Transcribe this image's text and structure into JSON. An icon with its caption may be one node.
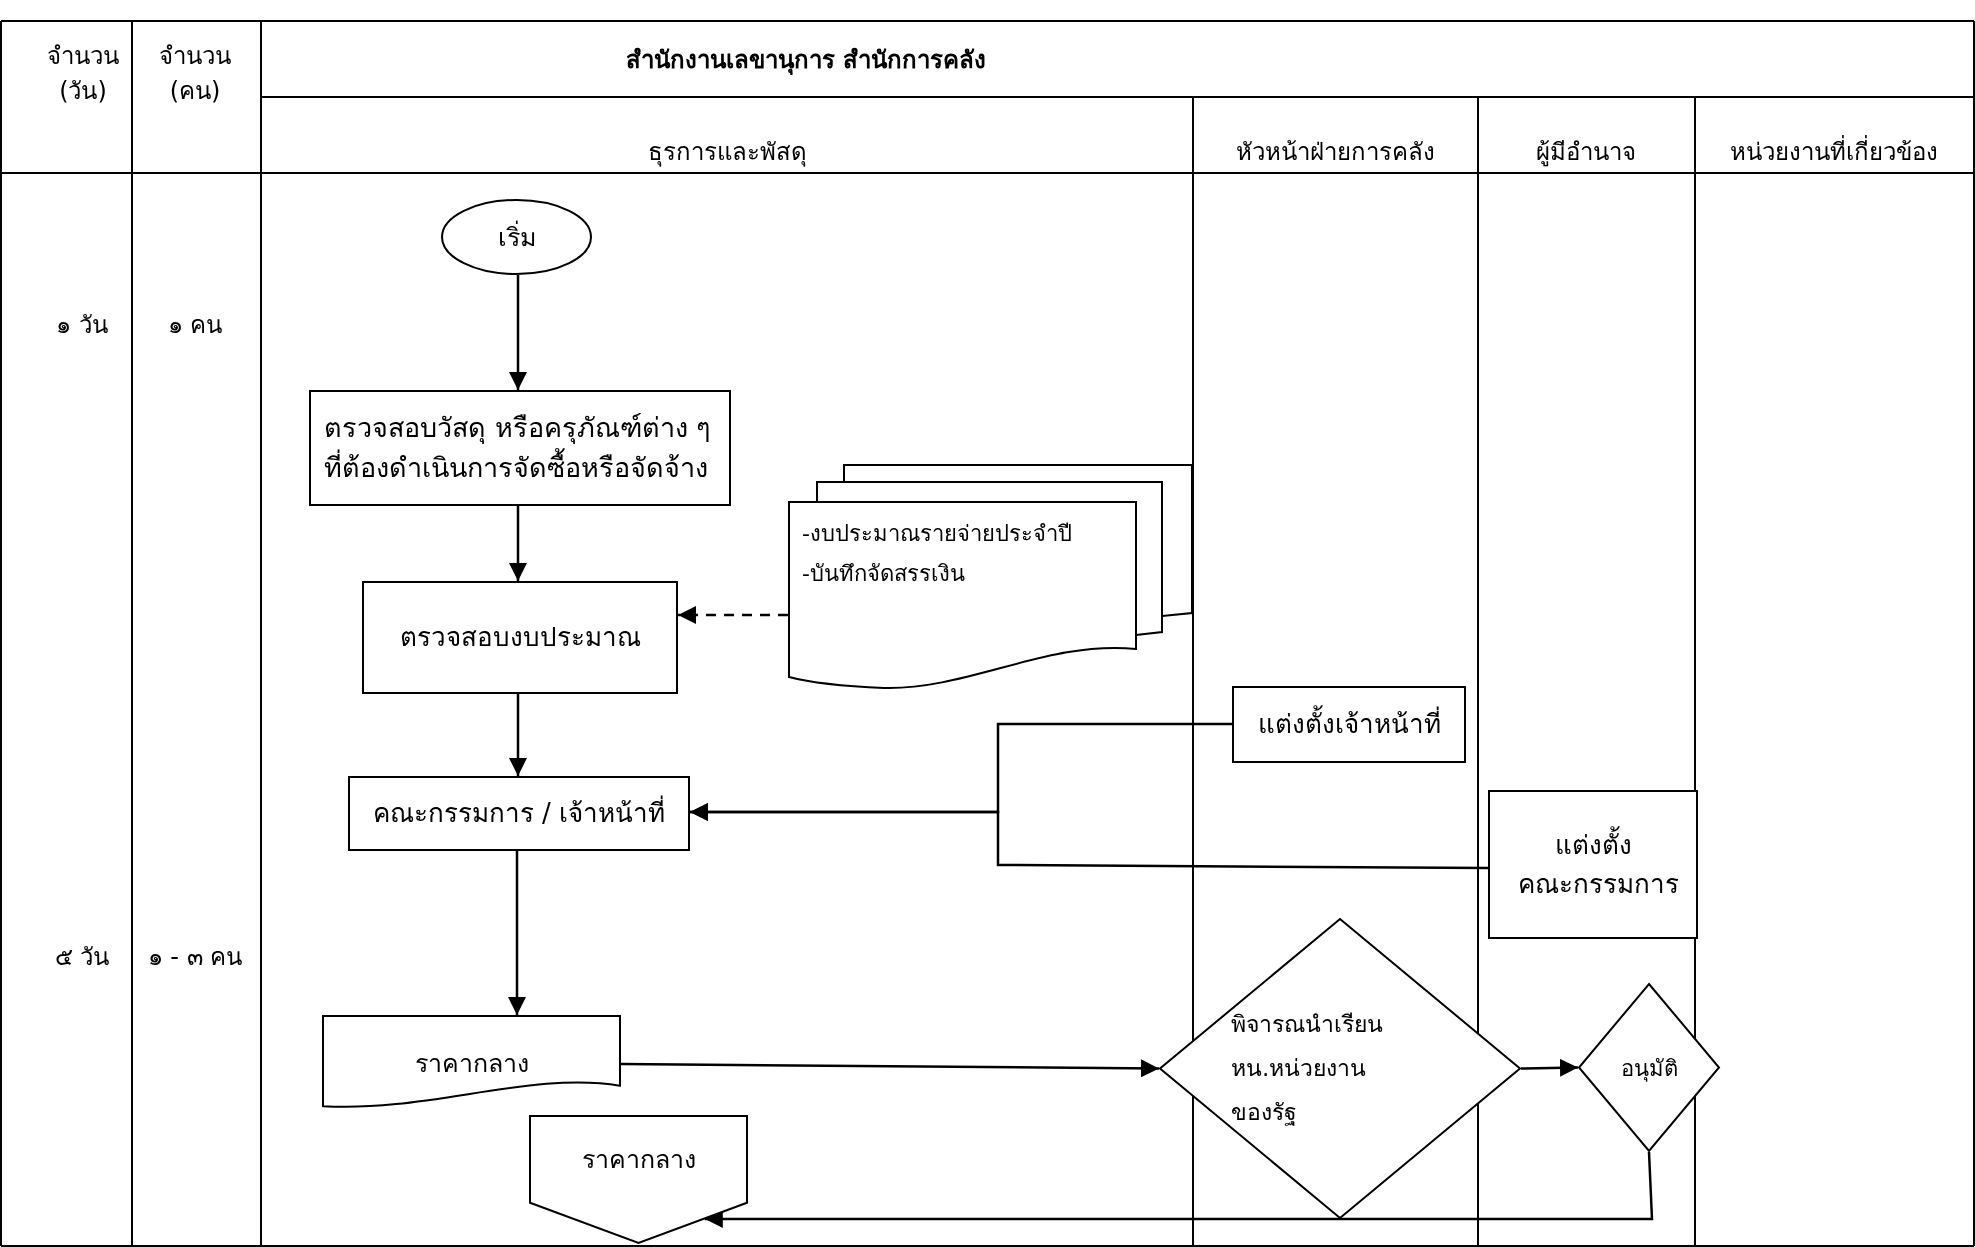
{
  "diagram": {
    "nodes": [
      {
        "text": [
          "เริ่ม"
        ]
      },
      {
        "text": [
          "ตรวจสอบวัสดุ หรือครุภัณฑ์ต่าง ๆ ที่ต้องดำเนินการจัดซื้อหรือจัดจ้าง"
        ]
      },
      {
        "text": [
          "ตรวจสอบงบประมาณ"
        ]
      },
      {
        "text": [
          "-งบประมาณรายจ่ายประจำปี",
          "-บันทึกจัดสรรเงิน"
        ]
      },
      {
        "text": [
          "แต่งตั้งเจ้าหน้าที่"
        ]
      },
      {
        "text": [
          "คณะกรรมการ / เจ้าหน้าที่"
        ]
      },
      {
        "text": [
          "แต่งตั้ง คณะกรรมการ"
        ]
      },
      {
        "text": [
          "พิจารณนำเรียน หน.หน่วยงาน ของรัฐ"
        ]
      },
      {
        "text": [
          "ราคากลาง"
        ]
      },
      {
        "text": [
          "อนุมัติ"
        ]
      },
      {
        "text": [
          "ราคากลาง"
        ]
      }
    ],
    "edges": [
      {
        "from": 0,
        "to": 1,
        "arrow": "to"
      },
      {
        "from": 1,
        "to": 2,
        "arrow": "to"
      },
      {
        "from": 3,
        "to": 2,
        "arrow": "to",
        "style": "dashed"
      },
      {
        "from": 2,
        "to": 5,
        "arrow": "to"
      },
      {
        "from": 4,
        "to": 5,
        "arrow": "to"
      },
      {
        "from": 6,
        "to": 5,
        "arrow": "to"
      },
      {
        "from": 5,
        "to": 8,
        "arrow": "to"
      },
      {
        "from": 8,
        "to": 7,
        "arrow": "to"
      },
      {
        "from": 7,
        "to": 9,
        "arrow": "to"
      },
      {
        "from": 9,
        "to": 10,
        "arrow": "to"
      }
    ],
    "labels": [
      "จำนวน (วัน)",
      "จำนวน (คน)",
      "สำนักงานเลขานุการ สำนักการคลัง",
      "ธุรการและพัสดุ",
      "หัวหน้าฝ่ายการคลัง",
      "ผู้มีอำนาจ",
      "หน่วยงานที่เกี่ยวข้อง",
      "๑ วัน",
      "๑ คน",
      "๕ วัน",
      "๑ - ๓ คน"
    ]
  }
}
